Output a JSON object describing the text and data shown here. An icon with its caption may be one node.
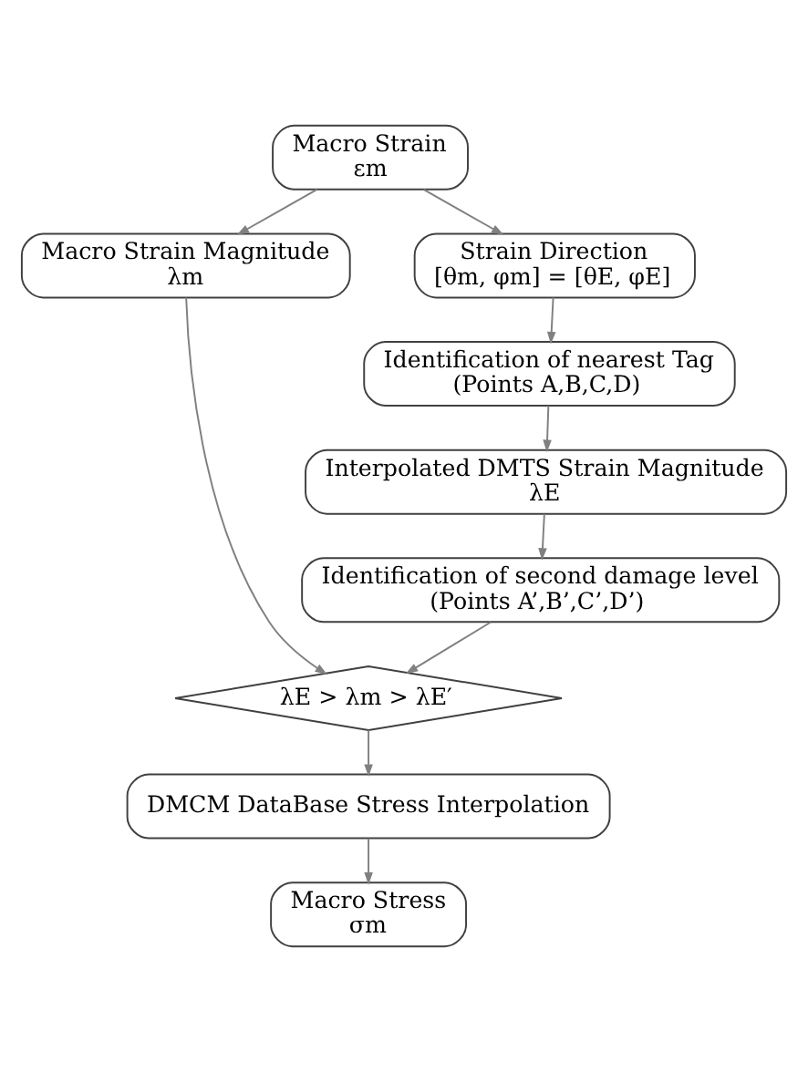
{
  "diagram": {
    "nodes": [
      {
        "text": [
          "Macro Strain",
          "εm"
        ]
      },
      {
        "text": [
          "Macro Strain Magnitude",
          "λm"
        ]
      },
      {
        "text": [
          "Strain Direction",
          "[θm, φm] = [θE, φE]"
        ]
      },
      {
        "text": [
          "Identification of nearest Tag",
          "(Points A,B,C,D)"
        ]
      },
      {
        "text": [
          "Interpolated DMTS Strain Magnitude",
          "λE"
        ]
      },
      {
        "text": [
          "Identification of second damage level",
          "(Points A’,B’,C’,D’)"
        ]
      },
      {
        "text": [
          "λE > λm > λE′"
        ]
      },
      {
        "text": [
          "DMCM DataBase Stress Interpolation"
        ]
      },
      {
        "text": [
          "Macro Stress",
          "σm"
        ]
      }
    ],
    "edges": [
      {
        "from": 0,
        "to": 1,
        "arrow": "to"
      },
      {
        "from": 0,
        "to": 2,
        "arrow": "to"
      },
      {
        "from": 2,
        "to": 3,
        "arrow": "to"
      },
      {
        "from": 3,
        "to": 4,
        "arrow": "to"
      },
      {
        "from": 4,
        "to": 5,
        "arrow": "to"
      },
      {
        "from": 1,
        "to": 6,
        "arrow": "to"
      },
      {
        "from": 5,
        "to": 6,
        "arrow": "to"
      },
      {
        "from": 6,
        "to": 7,
        "arrow": "to"
      },
      {
        "from": 7,
        "to": 8,
        "arrow": "to"
      }
    ]
  }
}
